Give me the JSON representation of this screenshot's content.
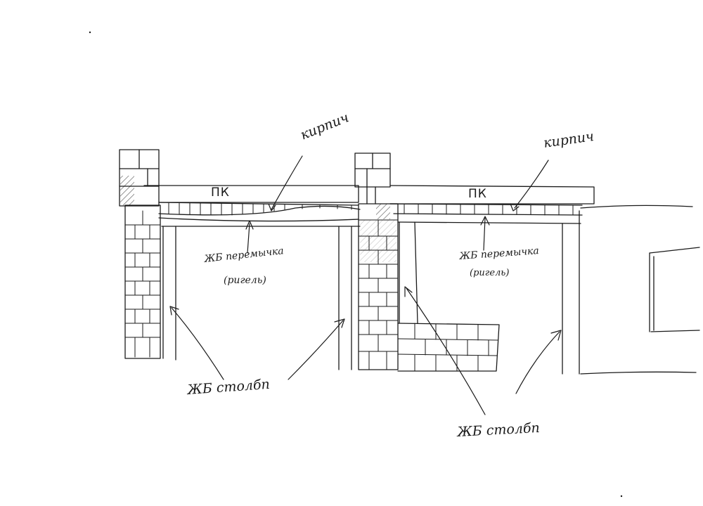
{
  "labels": {
    "brick_left": "кирпич",
    "brick_right": "кирпич",
    "slab_left": "ПК",
    "slab_right": "ПК",
    "lintel_left_line1": "ЖБ перемычка",
    "lintel_left_line2": "(ригель)",
    "lintel_right_line1": "ЖБ перемычка",
    "lintel_right_line2": "(ригель)",
    "column_left": "ЖБ столбп",
    "column_right": "ЖБ столбп"
  },
  "colors": {
    "ink": "#1a1a1a",
    "paper": "#ffffff",
    "hatch": "#555555"
  }
}
